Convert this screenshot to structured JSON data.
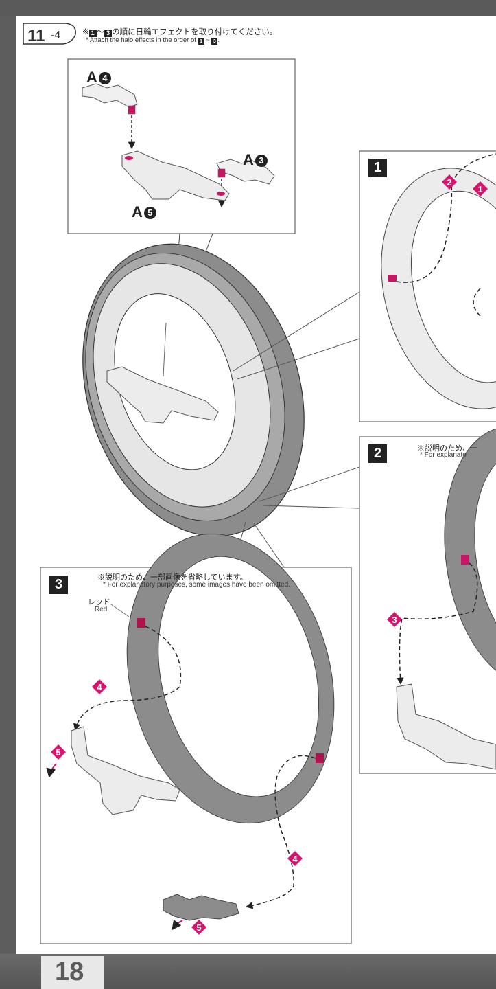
{
  "page_number": "18",
  "step": {
    "major": "11",
    "minor": "-4"
  },
  "note_jp": {
    "mid": "の順に日輪エフェクトを取り付けてください。",
    "sym": "※",
    "tilde": "～",
    "n1": "1",
    "n3": "3"
  },
  "note_en": {
    "text": "* Attach the halo effects in the order of ",
    "n1": "1",
    "tilde": " ~ ",
    "n3": "3",
    "end": "."
  },
  "inset_parts": {
    "a4": {
      "letter": "A",
      "num": "4"
    },
    "a3": {
      "letter": "A",
      "num": "3"
    },
    "a5": {
      "letter": "A",
      "num": "5"
    }
  },
  "panels": [
    {
      "number": "1"
    },
    {
      "number": "2",
      "omit_jp": "※説明のため、一",
      "omit_en": "* For explanato"
    },
    {
      "number": "3",
      "omit_jp": "※説明のため、一部画像を省略しています。",
      "omit_en": "* For explanatory purposes, some images have been omitted."
    }
  ],
  "color_label": {
    "jp": "レッド",
    "en": "Red"
  },
  "step_markers": [
    "1",
    "2",
    "3",
    "4",
    "4",
    "5",
    "5"
  ],
  "colors": {
    "accent": "#d6146e",
    "ring_dark": "#8c8c8c",
    "ring_light": "#e6e6e6",
    "frame": "#5d5d5d"
  }
}
